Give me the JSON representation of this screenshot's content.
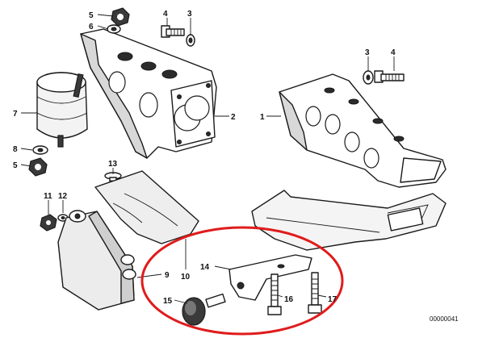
{
  "diagram": {
    "callouts": {
      "c1": "1",
      "c2": "2",
      "c3a": "3",
      "c3b": "3",
      "c4a": "4",
      "c4b": "4",
      "c5a": "5",
      "c5b": "5",
      "c6": "6",
      "c7": "7",
      "c8": "8",
      "c9": "9",
      "c10": "10",
      "c11": "11",
      "c12": "12",
      "c13": "13",
      "c14": "14",
      "c15": "15",
      "c16": "16",
      "c17": "17"
    },
    "reference_number": "00000041",
    "highlight_color": "#e01b1b"
  }
}
